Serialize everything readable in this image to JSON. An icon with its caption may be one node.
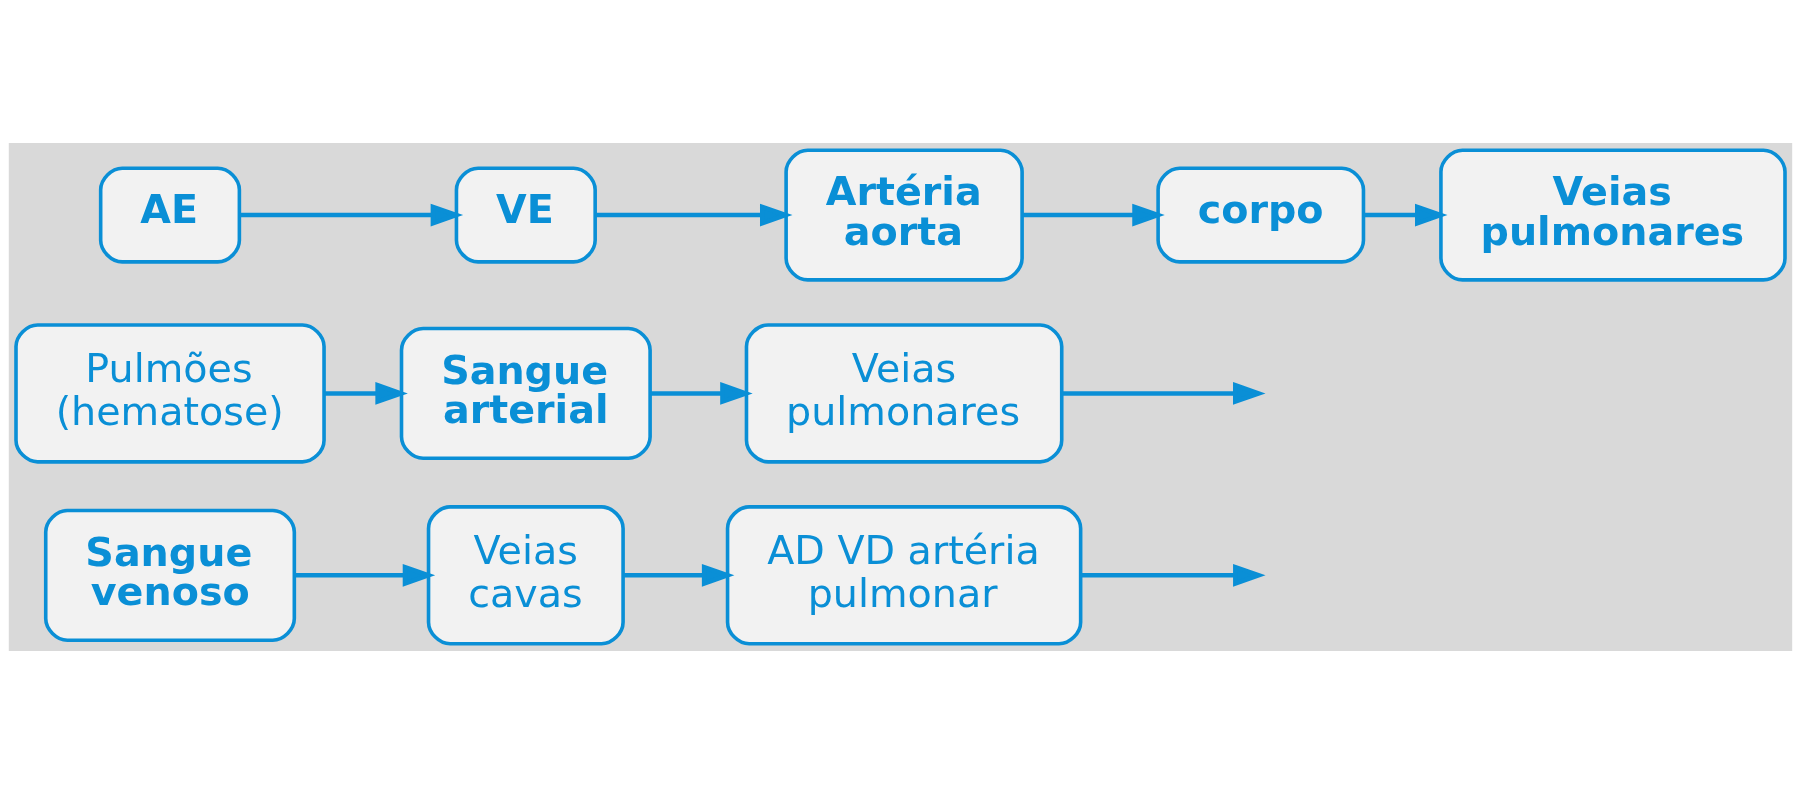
{
  "diagram": {
    "nodes": [
      {
        "text": [
          "Sangue venoso"
        ]
      },
      {
        "text": [
          "Veias cavas"
        ]
      },
      {
        "text": [
          "AD VD artéria pulmonar"
        ]
      },
      {
        "text": [
          "Pulmões (hematose)"
        ]
      },
      {
        "text": [
          "Sangue arterial"
        ]
      },
      {
        "text": [
          "Veias pulmonares"
        ]
      },
      {
        "text": [
          "AE"
        ]
      },
      {
        "text": [
          "VE"
        ]
      },
      {
        "text": [
          "Artéria aorta"
        ]
      },
      {
        "text": [
          "corpo"
        ]
      },
      {
        "text": [
          "Veias pulmonares"
        ]
      }
    ],
    "edges": [
      {
        "from": 0,
        "to": 1,
        "arrow": "to"
      },
      {
        "from": 1,
        "to": 2,
        "arrow": "to"
      },
      {
        "from": 2,
        "to": null,
        "arrow": "to"
      },
      {
        "from": 3,
        "to": 4,
        "arrow": "to"
      },
      {
        "from": 4,
        "to": 5,
        "arrow": "to"
      },
      {
        "from": 5,
        "to": null,
        "arrow": "to"
      },
      {
        "from": 6,
        "to": 7,
        "arrow": "to"
      },
      {
        "from": 7,
        "to": 8,
        "arrow": "to"
      },
      {
        "from": 8,
        "to": 9,
        "arrow": "to"
      },
      {
        "from": 9,
        "to": 10,
        "arrow": "to"
      }
    ]
  }
}
